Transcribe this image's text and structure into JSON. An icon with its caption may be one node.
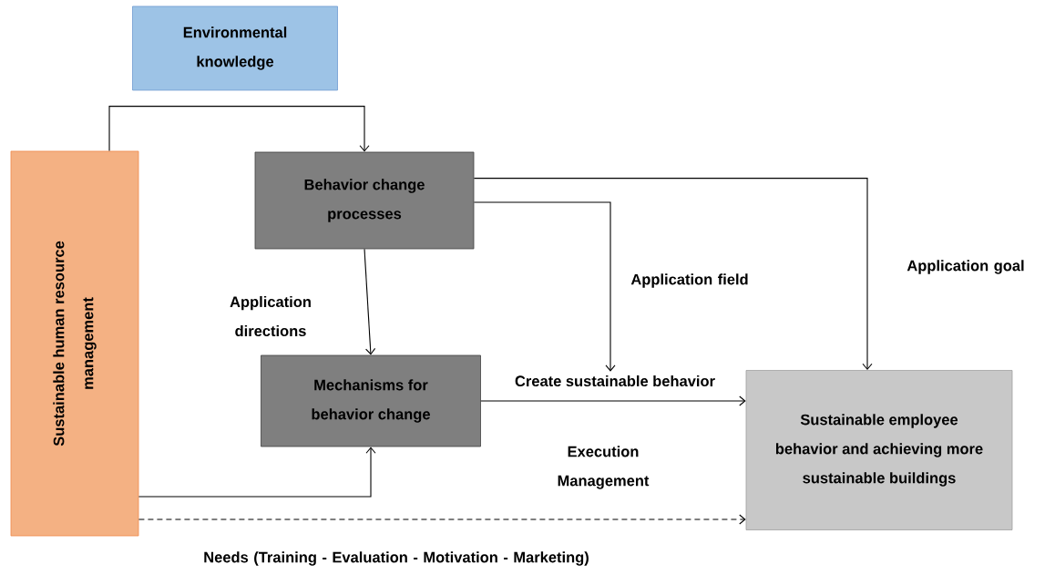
{
  "diagram": {
    "nodes": [
      {
        "text": [
          "Environmental knowledge"
        ]
      },
      {
        "text": [
          "Sustainable human resource management"
        ]
      },
      {
        "text": [
          "Behavior change processes"
        ]
      },
      {
        "text": [
          "Mechanisms for behavior change"
        ]
      },
      {
        "text": [
          "Sustainable employee behavior and achieving more sustainable buildings"
        ]
      },
      {
        "text": [
          "Create sustainable behavior"
        ]
      }
    ],
    "edges": [
      {
        "from": 1,
        "to": 2,
        "arrow": "to"
      },
      {
        "from": 2,
        "to": 3,
        "arrow": "to",
        "label": "Application directions"
      },
      {
        "from": 2,
        "to": 5,
        "arrow": "to",
        "label": "Application field"
      },
      {
        "from": 2,
        "to": 4,
        "arrow": "to",
        "label": "Application goal"
      },
      {
        "from": 3,
        "to": 4,
        "arrow": "to",
        "label": "Execution Management"
      },
      {
        "from": 1,
        "to": 3,
        "arrow": "to"
      },
      {
        "from": 1,
        "to": 4,
        "arrow": "to",
        "style": "dashed",
        "label": "Needs (Training - Evaluation - Motivation - Marketing)"
      }
    ]
  }
}
